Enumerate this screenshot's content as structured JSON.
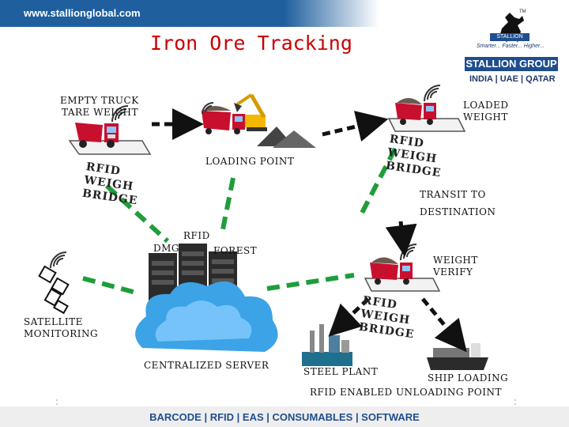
{
  "header": {
    "url": "www.stallionglobal.com",
    "title": "Iron Ore Tracking"
  },
  "logo": {
    "tm": "TM",
    "badge": "STALLION",
    "tagline": "Smarter... Faster... Higher...",
    "name": "STALLION GROUP",
    "countries": "INDIA | UAE | QATAR"
  },
  "diagram": {
    "empty_truck": [
      "EMPTY TRUCK",
      "TARE WEIGHT"
    ],
    "rfid_bridge_left": [
      "RFID",
      "WEIGH",
      "BRIDGE"
    ],
    "loading_point": "LOADING POINT",
    "loaded_weight": [
      "LOADED",
      "WEIGHT"
    ],
    "rfid_bridge_right": [
      "RFID",
      "WEIGH",
      "BRIDGE"
    ],
    "transit": [
      "TRANSIT TO",
      "DESTINATION"
    ],
    "rfid_top": "RFID",
    "dmg": "DMG",
    "forest": "FOREST",
    "weight_verify": [
      "WEIGHT",
      "VERIFY"
    ],
    "rfid_bridge_bottom": [
      "RFID",
      "WEIGH",
      "BRIDGE"
    ],
    "satellite": [
      "SATELLITE",
      "MONITORING"
    ],
    "server": "CENTRALIZED SERVER",
    "steel_plant": "STEEL PLANT",
    "ship_loading": "SHIP LOADING",
    "unloading": "RFID ENABLED UNLOADING POINT"
  },
  "footer": {
    "text": "BARCODE | RFID | EAS | CONSUMABLES | SOFTWARE"
  },
  "colors": {
    "header_blue": "#1f5f9e",
    "title_red": "#cc0000",
    "green_link": "#1f9d3a",
    "black_arrow": "#111111"
  }
}
